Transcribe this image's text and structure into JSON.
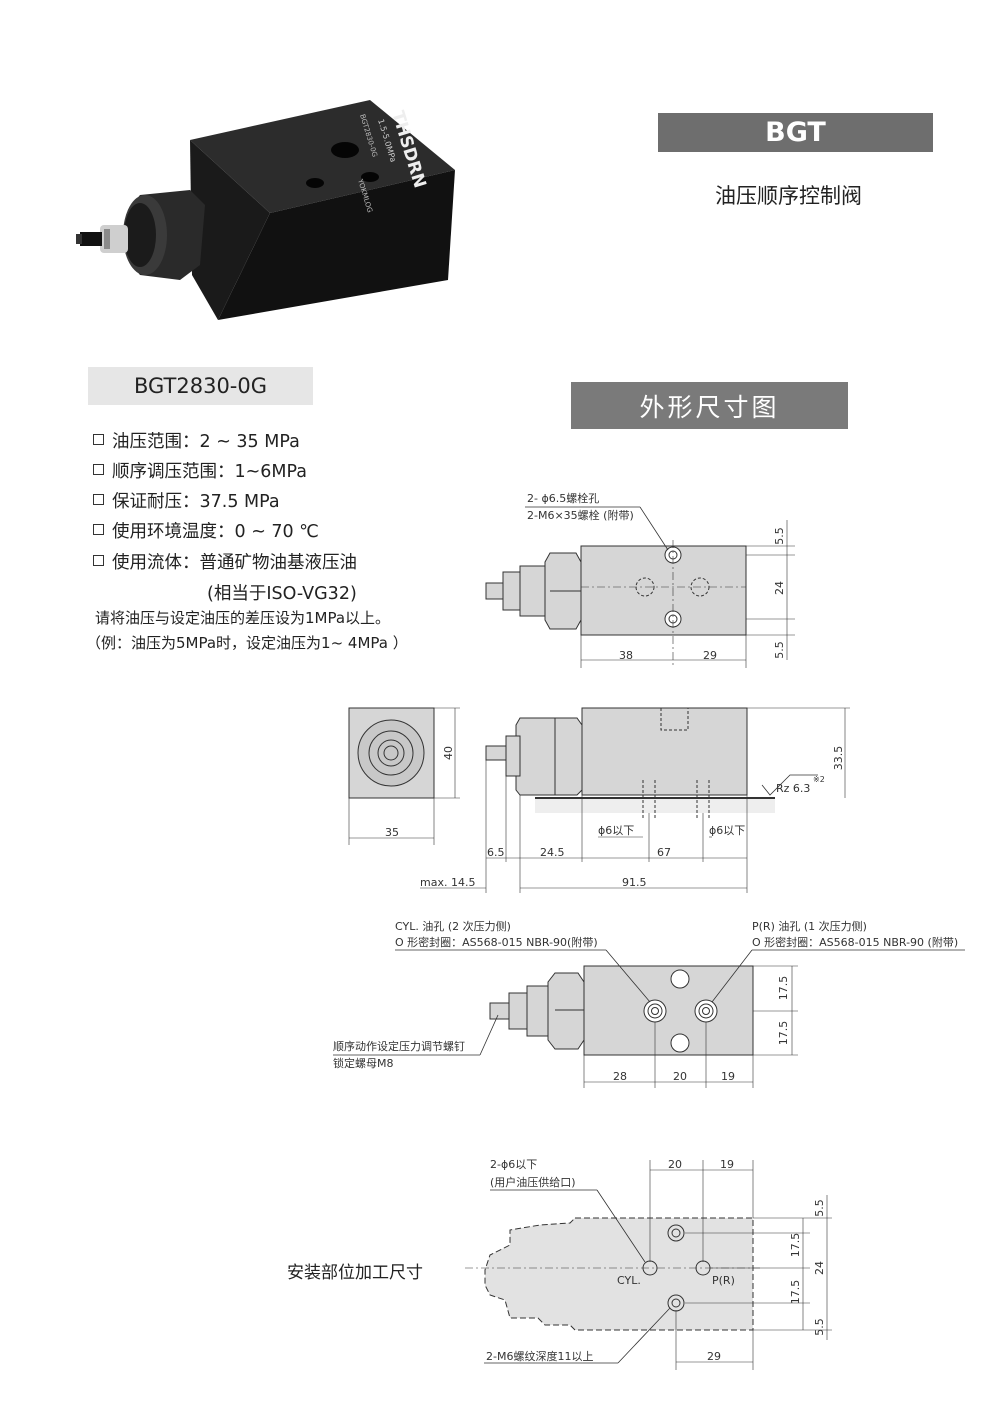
{
  "header": {
    "product_code": "BGT",
    "product_name": "油压顺序控制阀"
  },
  "model": "BGT2830-0G",
  "section_title": "外形尺寸图",
  "product_photo": {
    "brand_text": "THSDRN",
    "label_line1": "1.5-5.0MPa",
    "label_line2": "BGT2830-0G",
    "label_line3": "YOKMLOG"
  },
  "specs": [
    {
      "label": "油压范围：",
      "value": "2 ~ 35 MPa"
    },
    {
      "label": "顺序调压范围：",
      "value": "1~6MPa"
    },
    {
      "label": "保证耐压：",
      "value": "37.5 MPa"
    },
    {
      "label": "使用环境温度：",
      "value": "0 ~ 70 ℃"
    },
    {
      "label": "使用流体：",
      "value": "普通矿物油基液压油"
    }
  ],
  "spec_extra": "(相当于ISO-VG32)",
  "notes": [
    "请将油压与设定油压的差压设为1MPa以上。",
    "（例：油压为5MPa时，设定油压为1~ 4MPa ）"
  ],
  "drawing_top": {
    "callout1": "2- ϕ6.5螺栓孔",
    "callout2": "2-M6×35螺栓 (附带)",
    "dim_38": "38",
    "dim_29": "29",
    "dim_5_5a": "5.5",
    "dim_24": "24",
    "dim_5_5b": "5.5"
  },
  "drawing_side": {
    "dim_40": "40",
    "dim_35": "35",
    "dim_33_5": "33.5",
    "rz": "Rz 6.3",
    "rz_note": "※2",
    "hole1": "ϕ6以下",
    "hole2": "ϕ6以下",
    "dim_6_5": "6.5",
    "dim_24_5": "24.5",
    "dim_67": "67",
    "dim_max": "max. 14.5",
    "dim_91_5": "91.5"
  },
  "drawing_bottom": {
    "cyl_line1": "CYL. 油孔 (2 次压力侧)",
    "cyl_line2": "O 形密封圈：AS568-015 NBR-90(附带)",
    "p_line1": "P(R) 油孔 (1 次压力侧)",
    "p_line2": "O 形密封圈：AS568-015 NBR-90 (附带)",
    "screw_line1": "顺序动作设定压力调节螺钉",
    "screw_line2": "锁定螺母M8",
    "dim_17_5a": "17.5",
    "dim_17_5b": "17.5",
    "dim_28": "28",
    "dim_20": "20",
    "dim_19": "19"
  },
  "mount": {
    "label": "安装部位加工尺寸",
    "hole_line1": "2-ϕ6以下",
    "hole_line2": "(用户油压供给口)",
    "thread": "2-M6螺纹深度11以上",
    "cyl": "CYL.",
    "pr": "P(R)",
    "dim_20": "20",
    "dim_19": "19",
    "dim_29": "29",
    "dim_5_5a": "5.5",
    "dim_17_5a": "17.5",
    "dim_24": "24",
    "dim_17_5b": "17.5",
    "dim_5_5b": "5.5"
  },
  "colors": {
    "header_bg": "#6e6e6e",
    "model_bg": "#e6e6e6",
    "section_bg": "#7a7a7a",
    "body_fill": "#d6d6d6",
    "accent_callout": "#444444"
  }
}
